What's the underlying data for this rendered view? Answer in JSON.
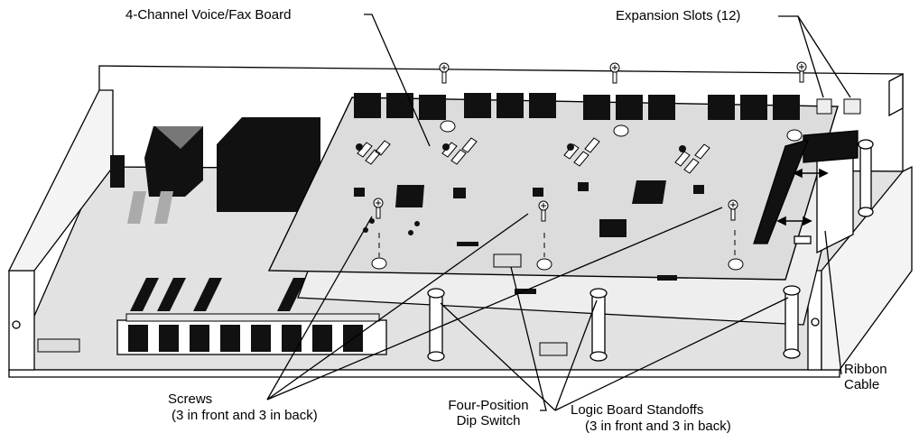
{
  "labels": {
    "voice_fax_board": "4-Channel Voice/Fax Board",
    "expansion_slots": "Expansion Slots (12)",
    "ribbon_cable": "Ribbon\nCable",
    "screws": "Screws",
    "screws_note": "(3 in front and 3 in back)",
    "dip_switch": "Four-Position\nDip Switch",
    "standoffs": "Logic Board Standoffs",
    "standoffs_note": "(3 in front and 3 in back)"
  },
  "icons": [
    "screw-icon",
    "standoff-icon",
    "dip-switch-icon",
    "chip-icon",
    "memory-module-icon",
    "ribbon-cable-icon",
    "expansion-slot-icon"
  ],
  "colors": {
    "line": "#000000",
    "board": "#dcdcdc",
    "chassis": "#ffffff",
    "chip": "#111111",
    "shadow": "#9a9a9a"
  }
}
